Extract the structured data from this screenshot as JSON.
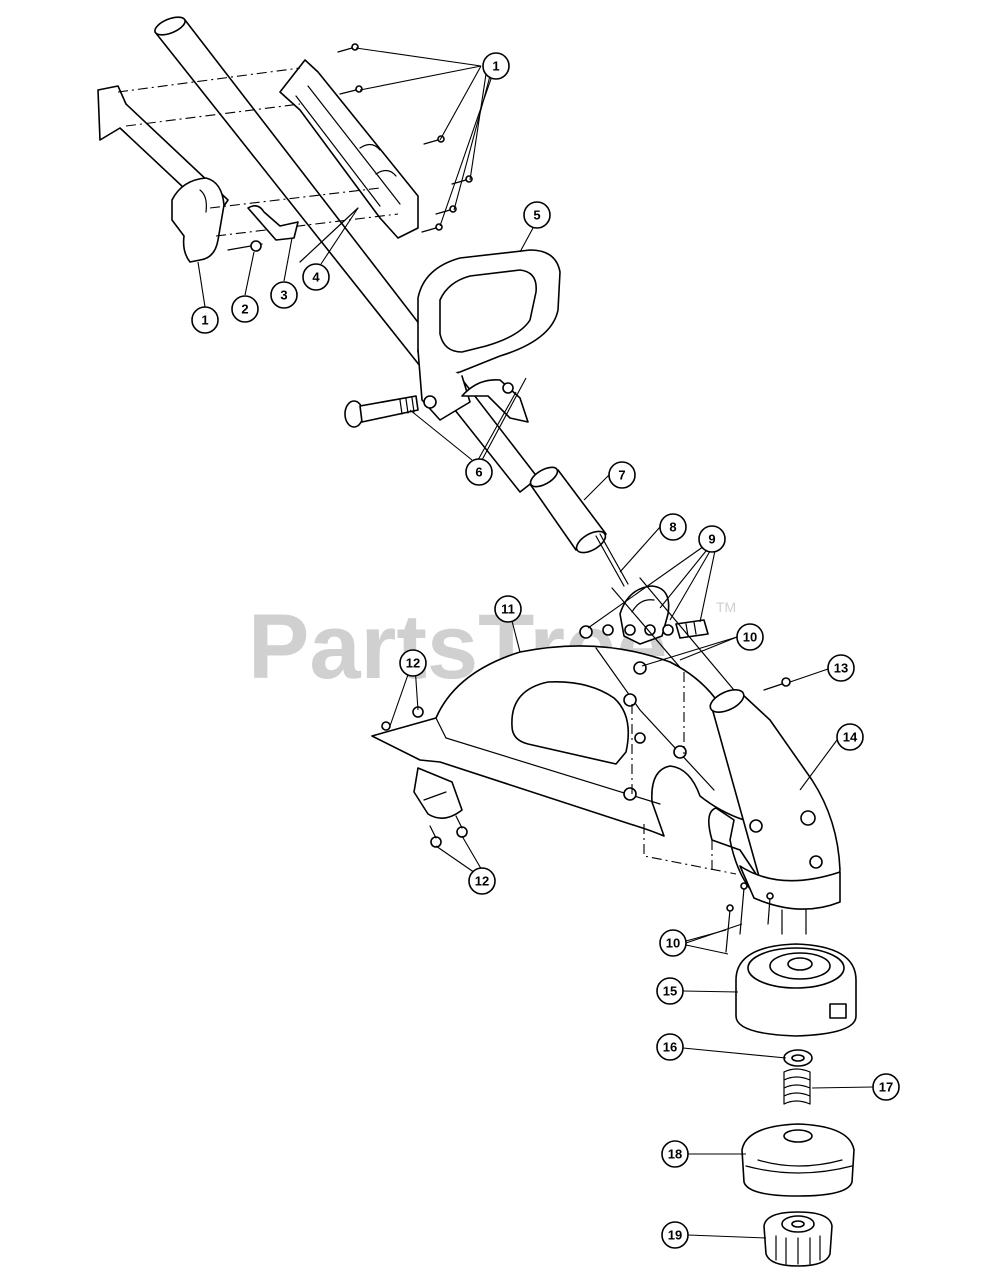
{
  "watermark": {
    "text": "PartsTree",
    "trademark": "TM"
  },
  "callouts": [
    "1",
    "1",
    "2",
    "3",
    "4",
    "5",
    "6",
    "7",
    "8",
    "9",
    "10",
    "10",
    "11",
    "12",
    "12",
    "13",
    "14",
    "15",
    "16",
    "17",
    "18",
    "19"
  ]
}
